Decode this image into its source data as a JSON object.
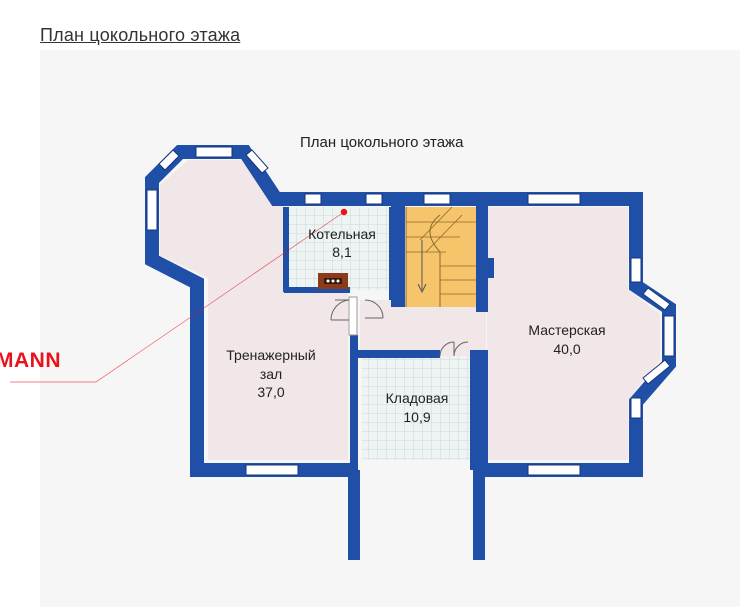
{
  "page": {
    "heading": "План цокольного этажа"
  },
  "plan": {
    "title": "План цокольного этажа",
    "rooms": [
      {
        "id": "boiler",
        "name": "Котельная",
        "area": "8,1"
      },
      {
        "id": "gym",
        "name_line1": "Тренажерный",
        "name_line2": "зал",
        "area": "37,0"
      },
      {
        "id": "workshop",
        "name": "Мастерская",
        "area": "40,0"
      },
      {
        "id": "storage",
        "name": "Кладовая",
        "area": "10,9"
      }
    ],
    "callout_brand": "MANN"
  },
  "colors": {
    "wall": "#1f4fa6",
    "wall_dark": "#17357a",
    "floor": "#f1e6e8",
    "tile": "#eef3f3",
    "stair": "#f6c46a",
    "callout": "#e8121b",
    "window": "#ffffff"
  }
}
